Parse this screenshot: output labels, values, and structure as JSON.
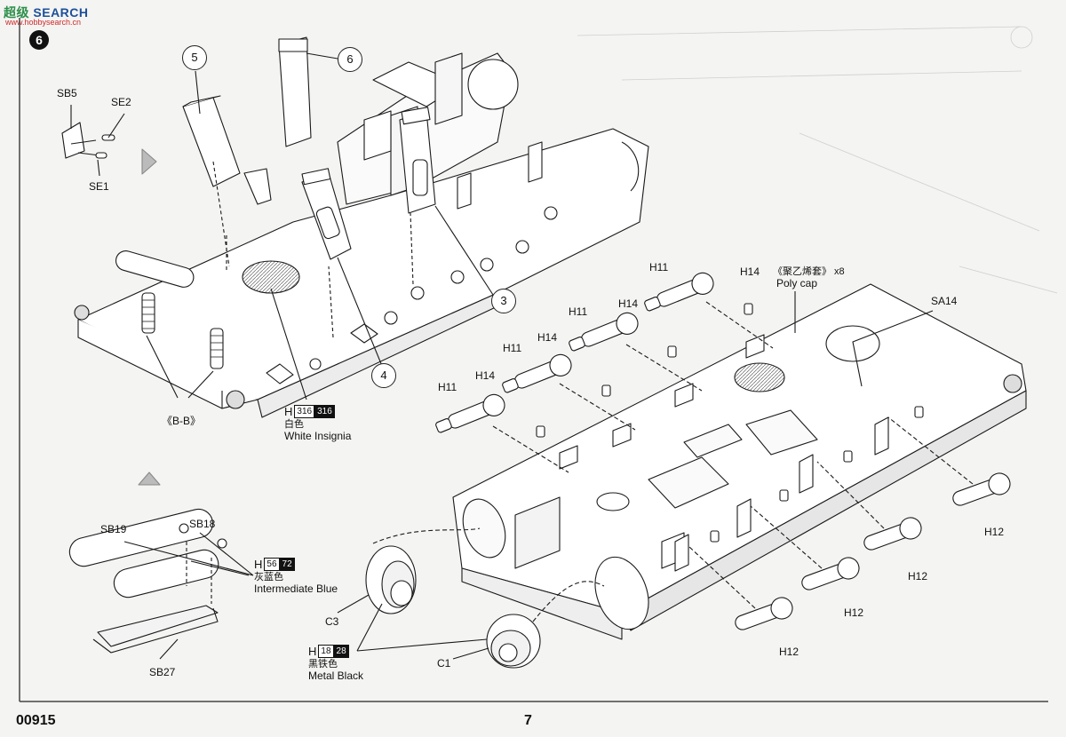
{
  "header": {
    "brand": "SEARCH",
    "brand_prefix": "超级",
    "brand_sub": "www.hobbysearch.cn",
    "step_number": "6"
  },
  "callouts": {
    "c5": "5",
    "c6": "6",
    "c3": "3",
    "c4": "4"
  },
  "parts": {
    "sb5": "SB5",
    "se2": "SE2",
    "se1": "SE1",
    "section_bb": "《B-B》",
    "h11_a": "H11",
    "h11_b": "H11",
    "h11_c": "H11",
    "h11_d": "H11",
    "h14_a": "H14",
    "h14_b": "H14",
    "h14_c": "H14",
    "h14_d": "H14",
    "h14_poly_count": "《聚乙烯套》 x8",
    "poly_cap": "Poly cap",
    "sa14": "SA14",
    "h12_a": "H12",
    "h12_b": "H12",
    "h12_c": "H12",
    "h12_d": "H12",
    "sb19": "SB19",
    "sb18": "SB18",
    "sb27": "SB27",
    "c3": "C3",
    "c1": "C1"
  },
  "paints": {
    "white": {
      "letter": "H",
      "code1": "316",
      "code2": "316",
      "cn": "白色",
      "en": "White Insignia"
    },
    "blue": {
      "letter": "H",
      "code1": "56",
      "code2": "72",
      "cn": "灰蓝色",
      "en": "Intermediate Blue"
    },
    "metal": {
      "letter": "H",
      "code1": "18",
      "code2": "28",
      "cn": "黑铁色",
      "en": "Metal  Black"
    }
  },
  "footer": {
    "kit_number": "00915",
    "page_number": "7"
  },
  "colors": {
    "line": "#1a1a1a",
    "fill": "#ffffff",
    "shade": "#c9c9c9",
    "background": "#f4f4f2"
  }
}
